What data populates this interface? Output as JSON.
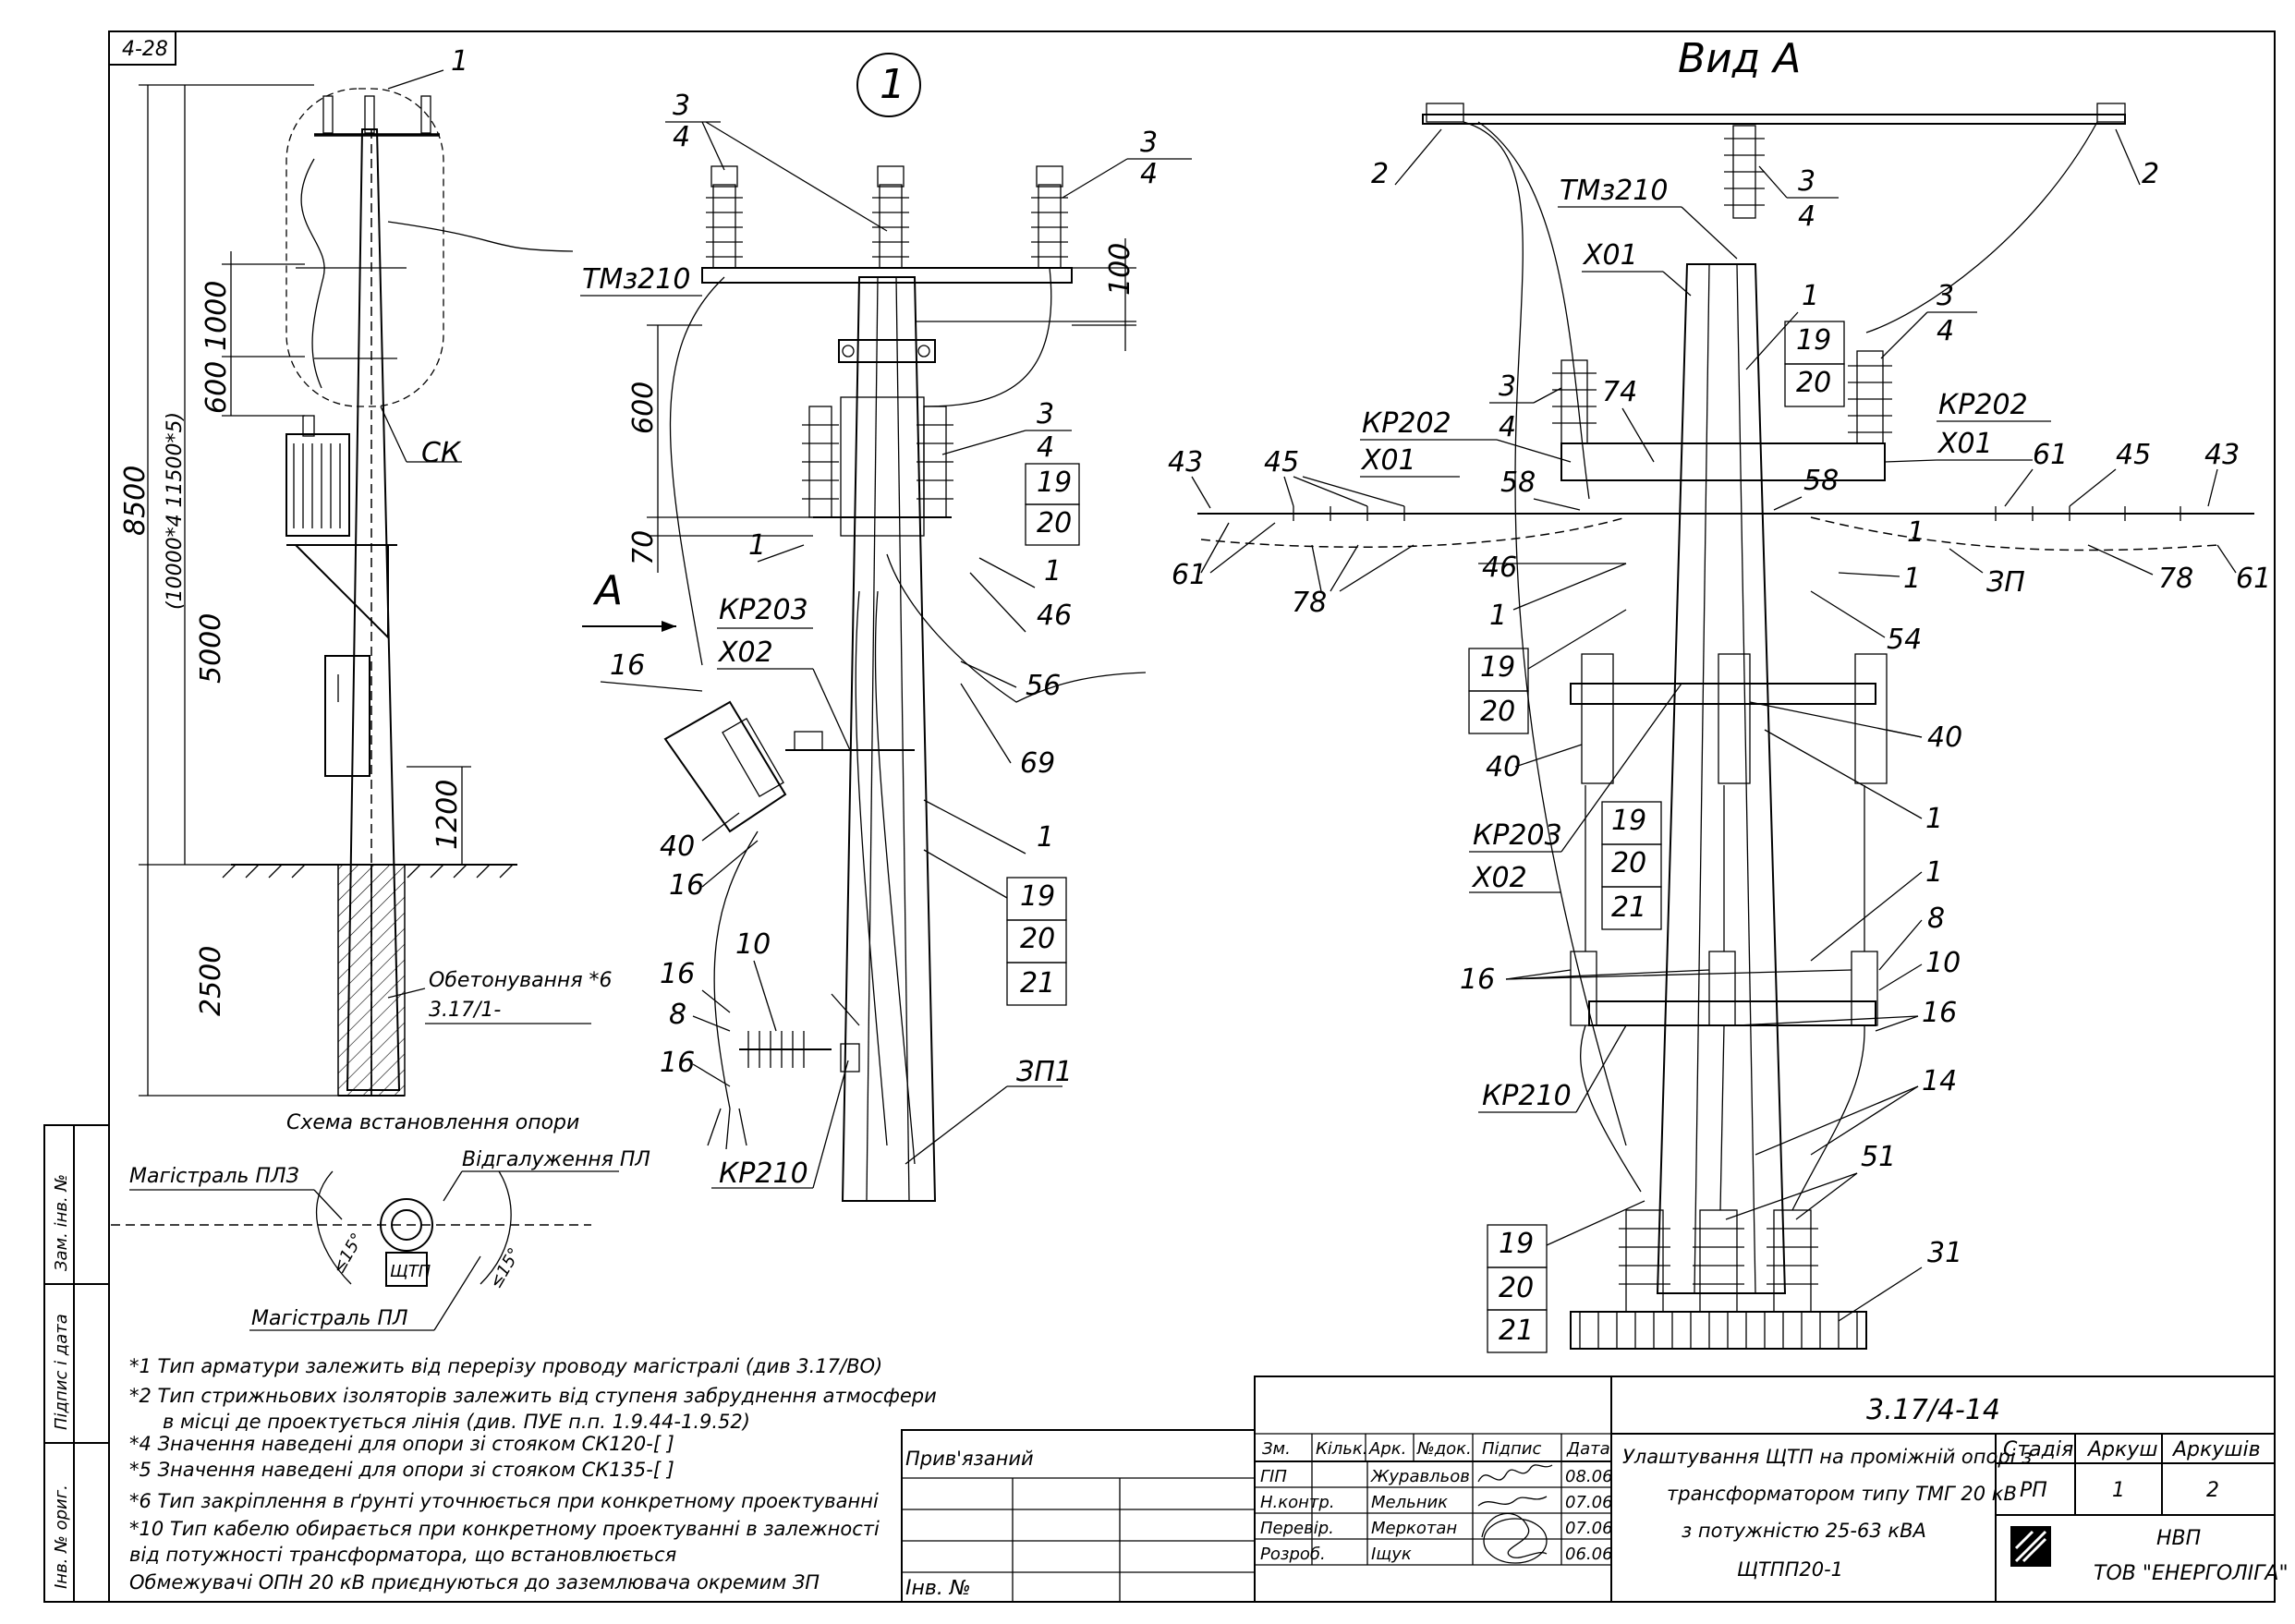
{
  "sheet_ref": "4-28",
  "view1": {
    "circle_label": "1",
    "dims": [
      "100",
      "600",
      "70"
    ],
    "callouts": [
      "3",
      "4",
      "3",
      "4",
      "ТМз210",
      "3",
      "4",
      "19",
      "20",
      "1",
      "1",
      "46",
      "A",
      "16",
      "КР203",
      "Х02",
      "56",
      "69",
      "40",
      "16",
      "1",
      "19",
      "20",
      "21",
      "16",
      "10",
      "8",
      "16",
      "ЗП1",
      "КР210"
    ]
  },
  "side_view": {
    "dims": [
      "8500",
      "(10000*4 11500*5)",
      "1000",
      "600",
      "5000",
      "1200",
      "2500"
    ],
    "callouts": [
      "1",
      "СК"
    ],
    "concrete_label": "Обетонування *6",
    "concrete_ref": "3.17/1-",
    "caption": "Схема встановлення опори"
  },
  "plan": {
    "main_line_3": "Магістраль ПЛЗ",
    "branch_line": "Відгалуження ПЛ",
    "main_line_1": "Магістраль ПЛ",
    "transformer": "ЩТП",
    "angle1": "≤15°",
    "angle2": "≤15°"
  },
  "view_a": {
    "title": "Вид А",
    "callouts": [
      "2",
      "2",
      "ТМз210",
      "3",
      "4",
      "Х01",
      "1",
      "19",
      "20",
      "3",
      "4",
      "3",
      "4",
      "74",
      "КР202",
      "Х01",
      "КР202",
      "Х01",
      "58",
      "58",
      "43",
      "45",
      "61",
      "45",
      "43",
      "61",
      "78",
      "46",
      "1",
      "ЗП",
      "78",
      "61",
      "1",
      "1",
      "54",
      "19",
      "20",
      "40",
      "40",
      "1",
      "КР203",
      "Х02",
      "19",
      "20",
      "21",
      "1",
      "8",
      "10",
      "16",
      "16",
      "КР210",
      "14",
      "51",
      "19",
      "20",
      "21",
      "31"
    ]
  },
  "notes": [
    "*1 Тип арматури залежить від перерізу проводу магістралі (див 3.17/ВО)",
    "*2 Тип стрижньових ізоляторів залежить від ступеня забруднення атмосфери",
    "в місці де проектується лінія (див. ПУЕ п.п. 1.9.44-1.9.52)",
    "*4 Значення наведені для опори зі стояком СК120-[ ]",
    "*5 Значення наведені для опори зі стояком СК135-[ ]",
    "*6 Тип закріплення в ґрунті уточнюється при конкретному проектуванні",
    "*10 Тип кабелю обирається при конкретному проектуванні в залежності",
    "від потужності трансформатора, що встановлюється",
    "Обмежувачі ОПН 20 кВ приєднуються до заземлювача окремим ЗП"
  ],
  "left_stamp": [
    "Інв. № ориг.",
    "Підпис і дата",
    "Зам. інв. №"
  ],
  "title_block": {
    "code": "3.17/4-14",
    "title_lines": [
      "Улаштування ЩТП на проміжній опорі з",
      "трансформатором типу ТМГ 20 кВ",
      "з потужністю 25-63 кВА",
      "ЩТПП20-1"
    ],
    "privyazaniy": "Прив'язаний",
    "inv_no": "Інв. №",
    "header": [
      "Зм.",
      "Кільк.",
      "Арк.",
      "№док.",
      "Підпис",
      "Дата"
    ],
    "rows": [
      {
        "role": "ГІП",
        "name": "Журавльов",
        "date": "08.06"
      },
      {
        "role": "Н.контр.",
        "name": "Мельник",
        "date": "07.06"
      },
      {
        "role": "Перевір.",
        "name": "Меркотан",
        "date": "07.06"
      },
      {
        "role": "Розроб.",
        "name": "Іщук",
        "date": "06.06"
      }
    ],
    "stage_label": "Стадія",
    "sheet_label": "Аркуш",
    "sheets_label": "Аркушів",
    "stage": "РП",
    "sheet": "1",
    "sheets": "2",
    "company_1": "НВП",
    "company_2": "ТОВ \"ЕНЕРГОЛІГА\""
  }
}
